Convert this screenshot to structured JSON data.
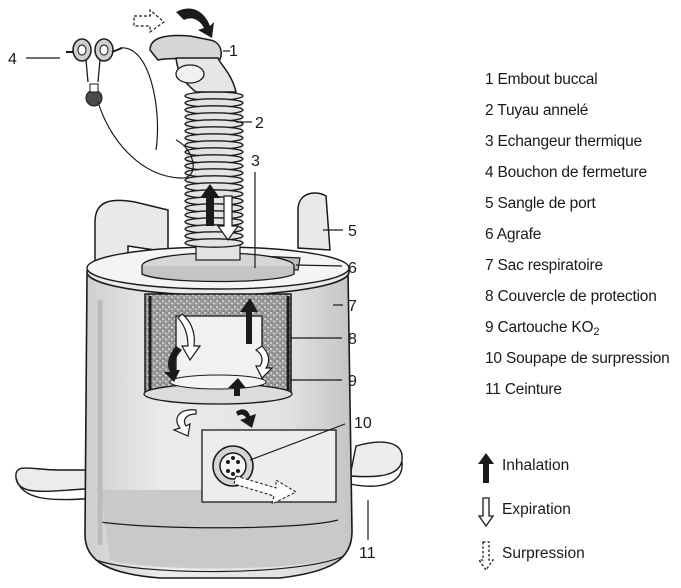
{
  "callout_numbers": [
    "1",
    "2",
    "3",
    "4",
    "5",
    "6",
    "7",
    "8",
    "9",
    "10",
    "11"
  ],
  "legend": [
    {
      "number": "1",
      "label": "Embout buccal"
    },
    {
      "number": "2",
      "label": "Tuyau annelé"
    },
    {
      "number": "3",
      "label": "Echangeur thermique"
    },
    {
      "number": "4",
      "label": "Bouchon de fermeture"
    },
    {
      "number": "5",
      "label": "Sangle de port"
    },
    {
      "number": "6",
      "label": "Agrafe"
    },
    {
      "number": "7",
      "label": "Sac respiratoire"
    },
    {
      "number": "8",
      "label": "Couvercle de protection"
    },
    {
      "number": "9",
      "label": "Cartouche KO",
      "label_sub": "2"
    },
    {
      "number": "10",
      "label": "Soupape de surpression"
    },
    {
      "number": "11",
      "label": "Ceinture"
    }
  ],
  "flow_legend": [
    {
      "icon": "solid-arrow-up-icon",
      "label": "Inhalation"
    },
    {
      "icon": "outline-arrow-down-icon",
      "label": "Expiration"
    },
    {
      "icon": "dashed-arrow-down-icon",
      "label": "Surpression"
    }
  ],
  "colors": {
    "line": "#1a1a1a",
    "shade_light": "#e6e6e6",
    "shade_mid": "#cfcfcf",
    "shade_dark": "#a9a9a9",
    "cartridge": "#8e8e8e"
  }
}
